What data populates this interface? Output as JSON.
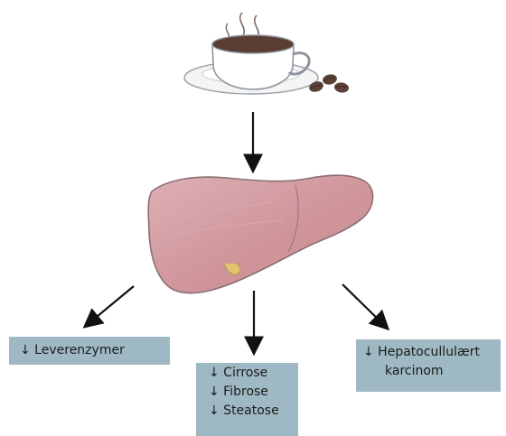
{
  "diagram": {
    "outcomes": {
      "leverenzymer": {
        "text": "↓ Leverenzymer"
      },
      "center": {
        "lines": [
          "↓ Cirrose",
          "↓ Fibrose",
          "↓ Steatose"
        ]
      },
      "hcc": {
        "line1": "↓ Hepatocullulært",
        "line2": "karcinom"
      }
    },
    "colors": {
      "box_fill": "#9eb9c3",
      "arrow": "#111111",
      "liver": "#c98f93"
    },
    "icons": [
      "coffee-cup-icon",
      "coffee-bean-icon",
      "liver-illustration"
    ]
  }
}
